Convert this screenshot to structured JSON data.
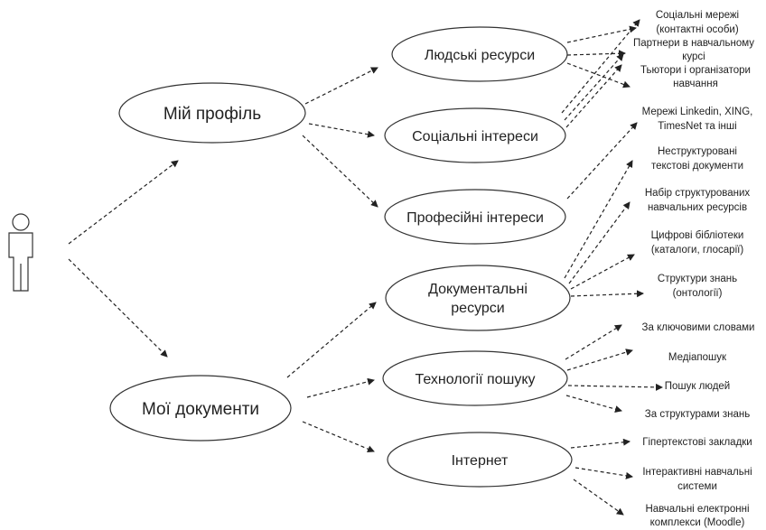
{
  "nodes": {
    "profile": "Мій профіль",
    "documents": "Мої документи",
    "human": "Людські ресурси",
    "social": "Соціальні інтереси",
    "prof": "Професійні інтереси",
    "docres_1": "Документальні",
    "docres_2": "ресурси",
    "search": "Технології пошуку",
    "internet": "Інтернет"
  },
  "leaves": {
    "l1_1": "Соціальні мережі",
    "l1_2": "(контактні особи)",
    "l2_1": "Партнери в навчальному",
    "l2_2": "курсі",
    "l3_1": "Тьютори і організатори",
    "l3_2": "навчання",
    "l4_1": "Мережі Linkedin, XING,",
    "l4_2": "TimesNet та інші",
    "l5_1": "Неструктуровані",
    "l5_2": "текстові документи",
    "l6_1": "Набір структурованих",
    "l6_2": "навчальних ресурсів",
    "l7_1": "Цифрові бібліотеки",
    "l7_2": "(каталоги, глосарії)",
    "l8_1": "Структури знань",
    "l8_2": "(онтології)",
    "l9": "За ключовими словами",
    "l10": "Медіапошук",
    "l11": "Пошук людей",
    "l12": "За структурами знань",
    "l13": "Гіпертекстові закладки",
    "l14_1": "Інтерактивні навчальні",
    "l14_2": "системи",
    "l15_1": "Навчальні електронні",
    "l15_2": "комплекси (Moodle)"
  }
}
